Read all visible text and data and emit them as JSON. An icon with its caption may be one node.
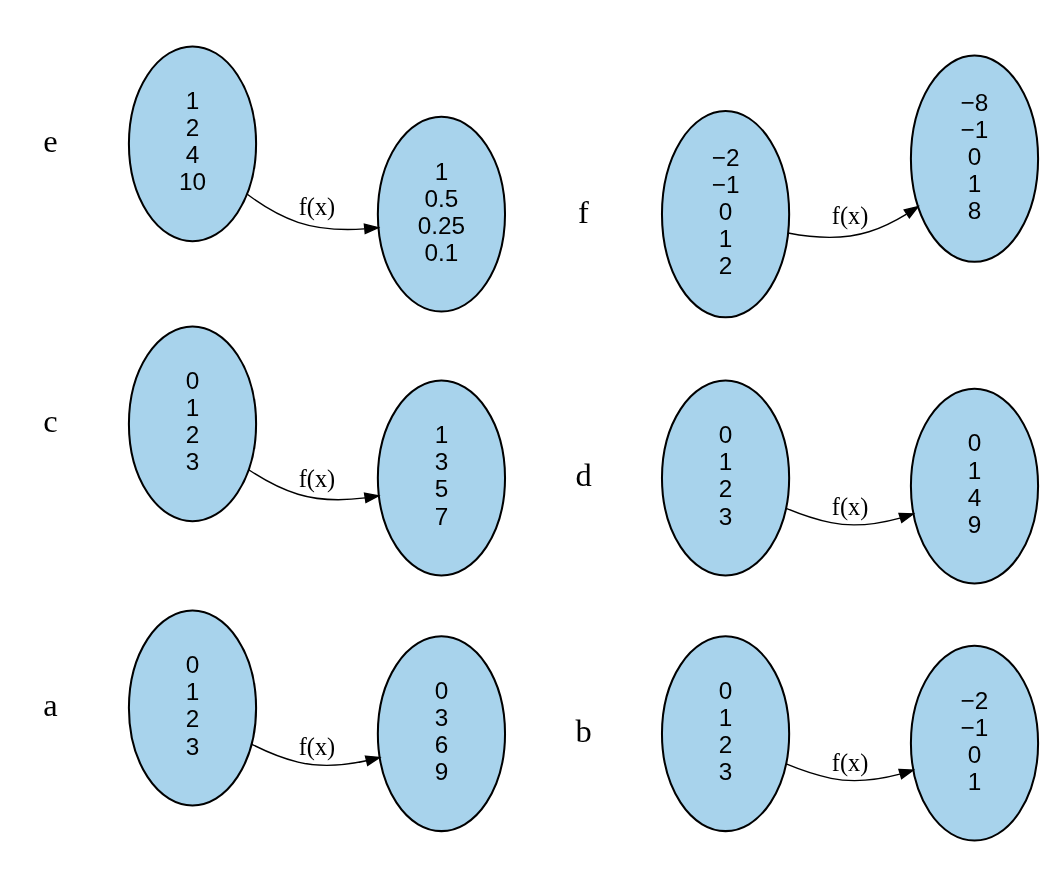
{
  "diagram": {
    "nodes": [
      {
        "text": [
          "0",
          "1",
          "2",
          "3"
        ]
      },
      {
        "text": [
          "0",
          "3",
          "6",
          "9"
        ]
      },
      {
        "text": [
          "0",
          "1",
          "2",
          "3"
        ]
      },
      {
        "text": [
          "−2",
          "−1",
          "0",
          "1"
        ]
      },
      {
        "text": [
          "0",
          "1",
          "2",
          "3"
        ]
      },
      {
        "text": [
          "1",
          "3",
          "5",
          "7"
        ]
      },
      {
        "text": [
          "0",
          "1",
          "2",
          "3"
        ]
      },
      {
        "text": [
          "0",
          "1",
          "4",
          "9"
        ]
      },
      {
        "text": [
          "1",
          "2",
          "4",
          "10"
        ]
      },
      {
        "text": [
          "1",
          "0.5",
          "0.25",
          "0.1"
        ]
      },
      {
        "text": [
          "−2",
          "−1",
          "0",
          "1",
          "2"
        ]
      },
      {
        "text": [
          "−8",
          "−1",
          "0",
          "1",
          "8"
        ]
      }
    ],
    "edges": [
      {
        "from": 0,
        "to": 1,
        "arrow": "to",
        "label": "f(x)"
      },
      {
        "from": 2,
        "to": 3,
        "arrow": "to",
        "label": "f(x)"
      },
      {
        "from": 4,
        "to": 5,
        "arrow": "to",
        "label": "f(x)"
      },
      {
        "from": 6,
        "to": 7,
        "arrow": "to",
        "label": "f(x)"
      },
      {
        "from": 8,
        "to": 9,
        "arrow": "to",
        "label": "f(x)"
      },
      {
        "from": 10,
        "to": 11,
        "arrow": "to",
        "label": "f(x)"
      }
    ],
    "labels": [
      "a",
      "b",
      "c",
      "d",
      "e",
      "f"
    ]
  }
}
